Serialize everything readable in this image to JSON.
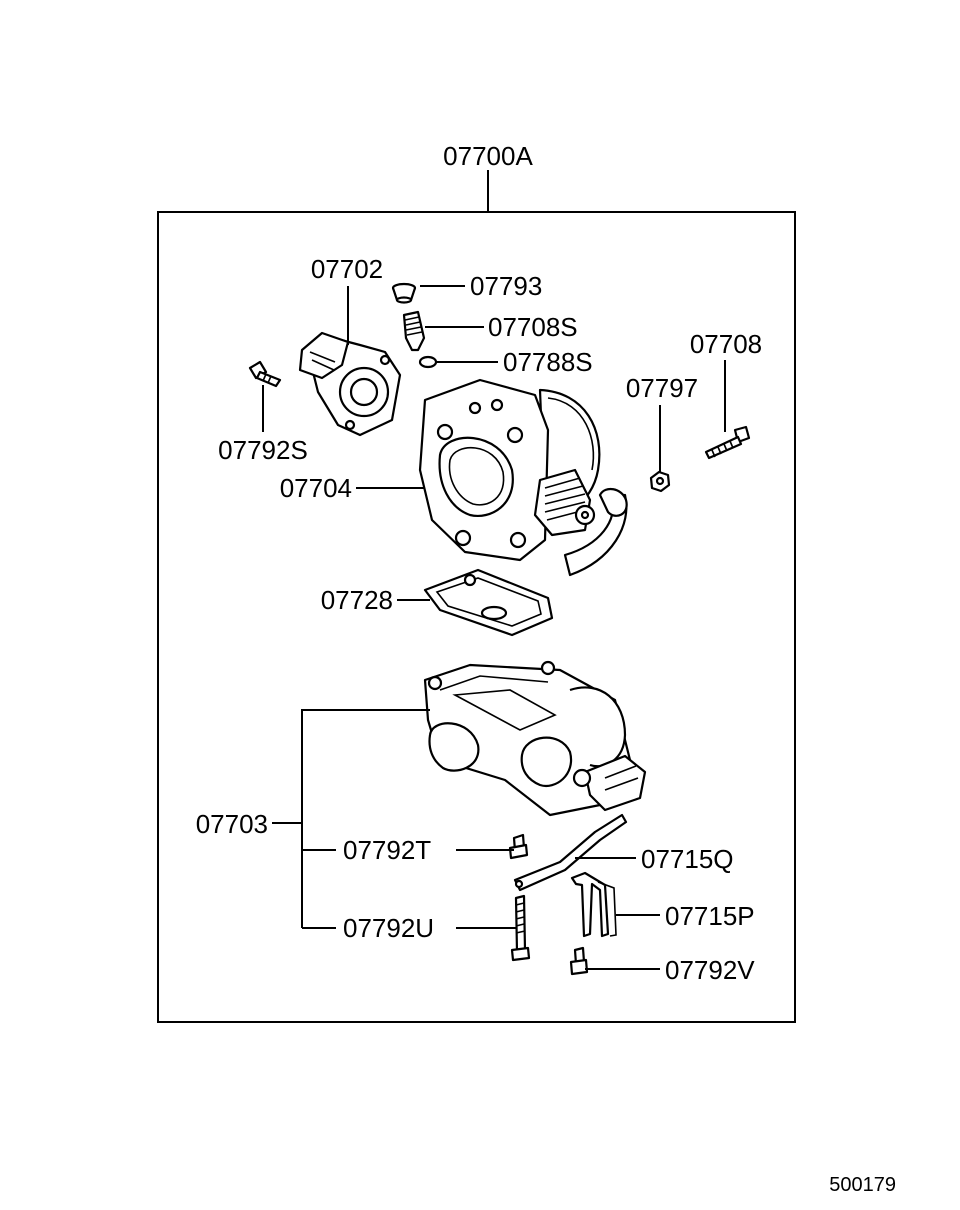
{
  "diagram": {
    "assembly_label": "07700A",
    "diagram_number": "500179",
    "parts": {
      "p07702": "07702",
      "p07793": "07793",
      "p07708S": "07708S",
      "p07788S": "07788S",
      "p07708": "07708",
      "p07797": "07797",
      "p07792S": "07792S",
      "p07704": "07704",
      "p07728": "07728",
      "p07703": "07703",
      "p07792T": "07792T",
      "p07715Q": "07715Q",
      "p07715P": "07715P",
      "p07792U": "07792U",
      "p07792V": "07792V"
    }
  }
}
